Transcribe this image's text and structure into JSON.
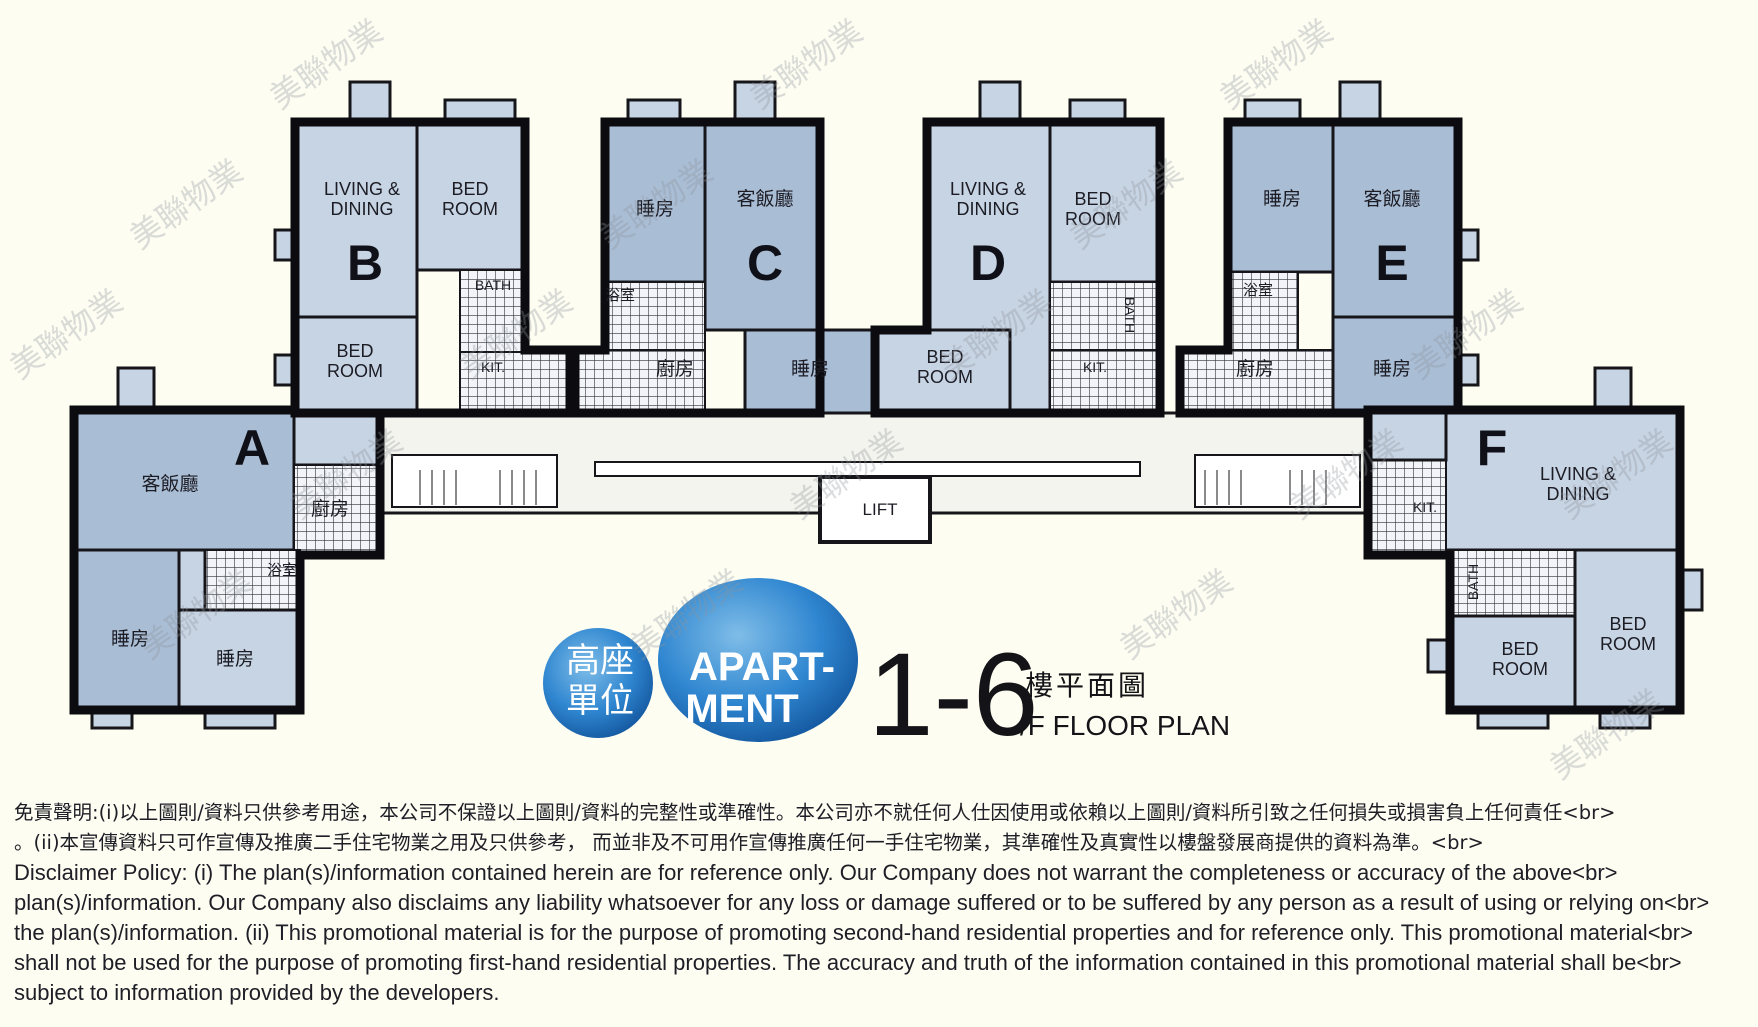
{
  "plan": {
    "units": {
      "A": {
        "letter": "A",
        "living": "客飯廳",
        "kitchen": "廚房",
        "bath": "浴室",
        "bed1": "睡房",
        "bed2": "睡房"
      },
      "B": {
        "letter": "B",
        "living": "LIVING &",
        "living2": "DINING",
        "bed_a": "BED",
        "bed_b": "ROOM",
        "bath": "BATH",
        "kit": "KIT.",
        "bed2_a": "BED",
        "bed2_b": "ROOM"
      },
      "C": {
        "letter": "C",
        "bed1": "睡房",
        "living": "客飯廳",
        "bath": "浴室",
        "kitchen": "廚房",
        "bed2": "睡房"
      },
      "D": {
        "letter": "D",
        "living": "LIVING &",
        "living2": "DINING",
        "bed_a": "BED",
        "bed_b": "ROOM",
        "bath": "BATH",
        "kit": "KIT.",
        "bed2_a": "BED",
        "bed2_b": "ROOM"
      },
      "E": {
        "letter": "E",
        "bed1": "睡房",
        "living": "客飯廳",
        "bath": "浴室",
        "kitchen": "廚房",
        "bed2": "睡房"
      },
      "F": {
        "letter": "F",
        "living": "LIVING &",
        "living2": "DINING",
        "kit": "KIT.",
        "bath": "BATH",
        "bed1_a": "BED",
        "bed1_b": "ROOM",
        "bed2_a": "BED",
        "bed2_b": "ROOM"
      }
    },
    "lift": "LIFT"
  },
  "badge": {
    "chinese_line1": "高座",
    "chinese_line2": "單位",
    "english_line1": "APART-",
    "english_line2": "MENT",
    "floor_range": "1-6",
    "title_cn": "樓平面圖",
    "title_en": "/F FLOOR PLAN"
  },
  "watermark": {
    "text": "美聯物業"
  },
  "colors": {
    "room": "#c7d4e4",
    "room_dark": "#a9bdd5",
    "badge_blue": "#1f72c2",
    "background": "#fdfdf2"
  },
  "disclaimer": {
    "lines": [
      "免責聲明:(i)以上圖則/資料只供參考用途，本公司不保證以上圖則/資料的完整性或準確性。本公司亦不就任何人仕因使用或依賴以上圖則/資料所引致之任何損失或損害負上任何責任<br>",
      "。(ii)本宣傳資料只可作宣傳及推廣二手住宅物業之用及只供參考， 而並非及不可用作宣傳推廣任何一手住宅物業，其準確性及真實性以樓盤發展商提供的資料為準。<br>",
      "Disclaimer Policy: (i) The plan(s)/information contained herein are for reference only. Our Company does not warrant the completeness or accuracy of the above<br>",
      "plan(s)/information. Our Company also disclaims any liability whatsoever for any loss or damage suffered or to be suffered by any person as a result of using or relying on<br>",
      "the plan(s)/information. (ii) This promotional material is for the purpose of promoting second-hand residential properties and for reference only. This promotional material<br>",
      "shall not be used for the purpose of promoting first-hand residential properties. The accuracy and truth of the information contained in this promotional material shall be<br>",
      "subject to information provided by the developers."
    ]
  }
}
